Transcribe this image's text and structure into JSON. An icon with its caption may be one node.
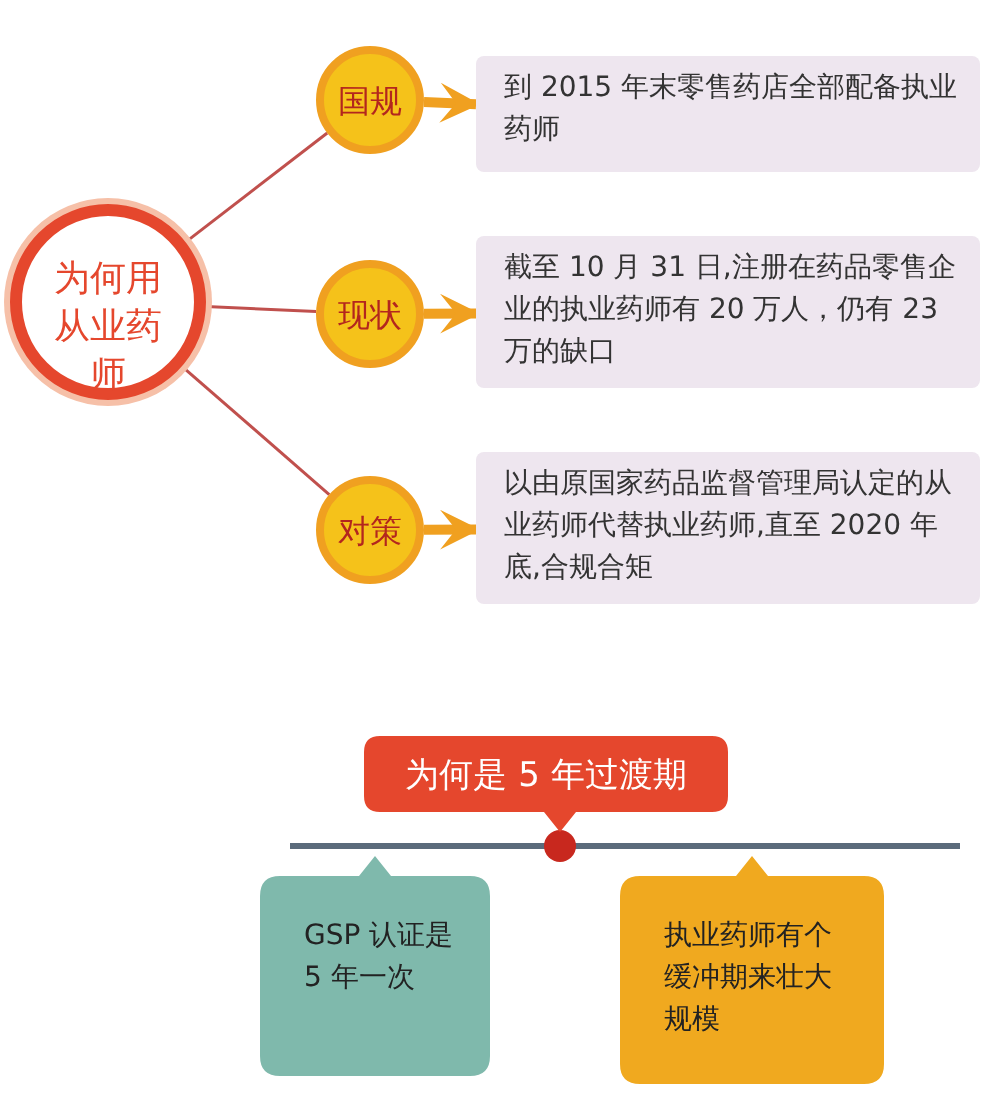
{
  "diagram": {
    "nodes": [
      {
        "text": [
          "为何用从业药师"
        ]
      },
      {
        "text": [
          "国规"
        ]
      },
      {
        "text": [
          "现状"
        ]
      },
      {
        "text": [
          "对策"
        ]
      },
      {
        "text": [
          "到 2015 年末零售药店全部配备执业药师"
        ]
      },
      {
        "text": [
          "截至 10 月 31 日,注册在药品零售企业的执业药师有 20 万人，仍有 23 万的缺口"
        ]
      },
      {
        "text": [
          "以由原国家药品监督管理局认定的从业药师代替执业药师,直至 2020 年底,合规合矩"
        ]
      },
      {
        "text": [
          "为何是 5 年过渡期"
        ]
      },
      {
        "text": [
          "GSP 认证是 5 年一次"
        ]
      },
      {
        "text": [
          "执业药师有个缓冲期来壮大规模"
        ]
      }
    ],
    "edges": [
      {
        "from": 0,
        "to": 1,
        "arrow": "none"
      },
      {
        "from": 0,
        "to": 2,
        "arrow": "none"
      },
      {
        "from": 0,
        "to": 3,
        "arrow": "none"
      },
      {
        "from": 1,
        "to": 4,
        "arrow": "to",
        "style": "thick",
        "color": "#f0a020"
      },
      {
        "from": 2,
        "to": 5,
        "arrow": "to",
        "style": "thick",
        "color": "#f0a020"
      },
      {
        "from": 3,
        "to": 6,
        "arrow": "to",
        "style": "thick",
        "color": "#f0a020"
      }
    ]
  }
}
